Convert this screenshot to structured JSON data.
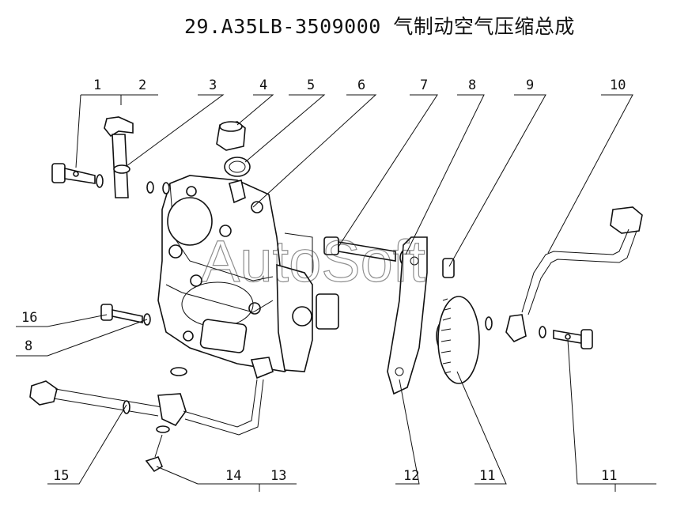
{
  "title": "29.A35LB-3509000  气制动空气压缩总成",
  "watermark": "AutoSoft",
  "callouts": [
    "1",
    "2",
    "3",
    "4",
    "5",
    "6",
    "7",
    "8",
    "9",
    "10",
    "16",
    "8",
    "15",
    "14",
    "13",
    "12",
    "11",
    "11"
  ]
}
